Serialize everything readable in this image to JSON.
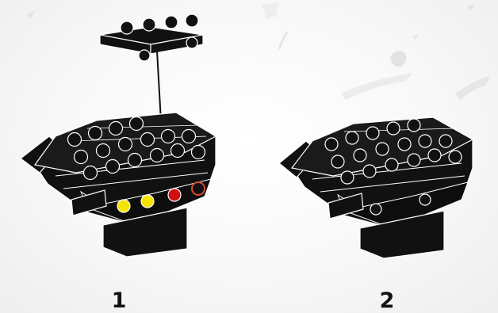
{
  "steps": [
    {
      "number": "1"
    },
    {
      "number": "2"
    }
  ],
  "colors": {
    "brick": "#111111",
    "edge": "#ffffff",
    "stud_yellow": "#f5e400",
    "stud_red": "#d01010",
    "stud_dark_red": "#7a1a10",
    "assembly_line": "#111111"
  },
  "icons": [
    "decorative-backdrop-shapes"
  ]
}
